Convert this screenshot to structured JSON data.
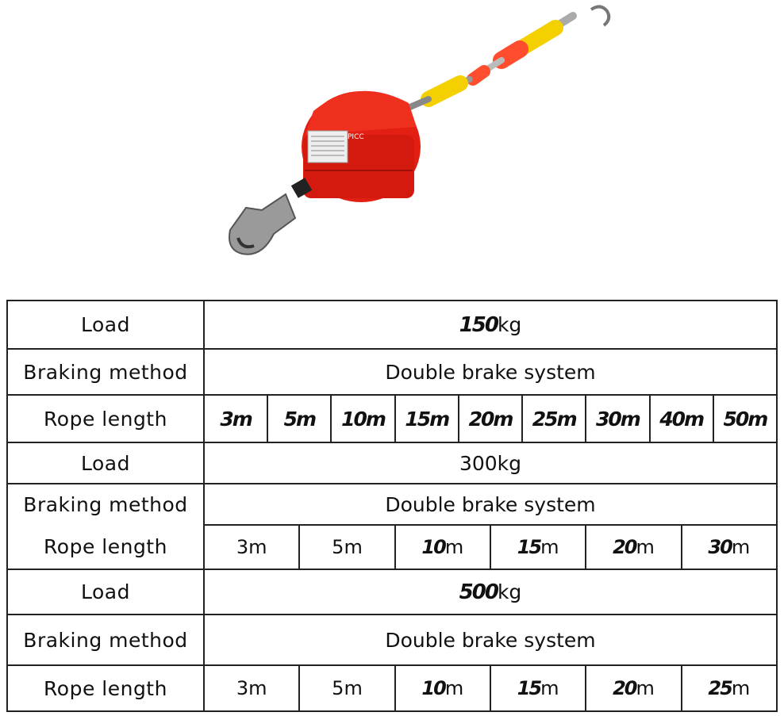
{
  "product": {
    "label_text": "PICC"
  },
  "groups": [
    {
      "load_label": "Load",
      "load_value": "150",
      "load_unit": "kg",
      "braking_label": "Braking method",
      "braking_value": "Double brake system",
      "rope_label": "Rope length",
      "ropes": [
        "3m",
        "5m",
        "10m",
        "15m",
        "20m",
        "25m",
        "30m",
        "40m",
        "50m"
      ]
    },
    {
      "load_label": "Load",
      "load_value": "300kg",
      "braking_label": "Braking method",
      "braking_value": "Double brake system",
      "rope_label": "Rope length",
      "ropes": [
        {
          "num": "3",
          "unit": "m"
        },
        {
          "num": "5",
          "unit": "m"
        },
        {
          "num": "10",
          "unit": "m"
        },
        {
          "num": "15",
          "unit": "m"
        },
        {
          "num": "20",
          "unit": "m"
        },
        {
          "num": "30",
          "unit": "m"
        }
      ]
    },
    {
      "load_label": "Load",
      "load_value": "500",
      "load_unit": "kg",
      "braking_label": "Braking method",
      "braking_value": "Double brake system",
      "rope_label": "Rope length",
      "ropes": [
        {
          "num": "3",
          "unit": "m"
        },
        {
          "num": "5",
          "unit": "m"
        },
        {
          "num": "10",
          "unit": "m"
        },
        {
          "num": "15",
          "unit": "m"
        },
        {
          "num": "20",
          "unit": "m"
        },
        {
          "num": "25",
          "unit": "m"
        }
      ]
    }
  ]
}
